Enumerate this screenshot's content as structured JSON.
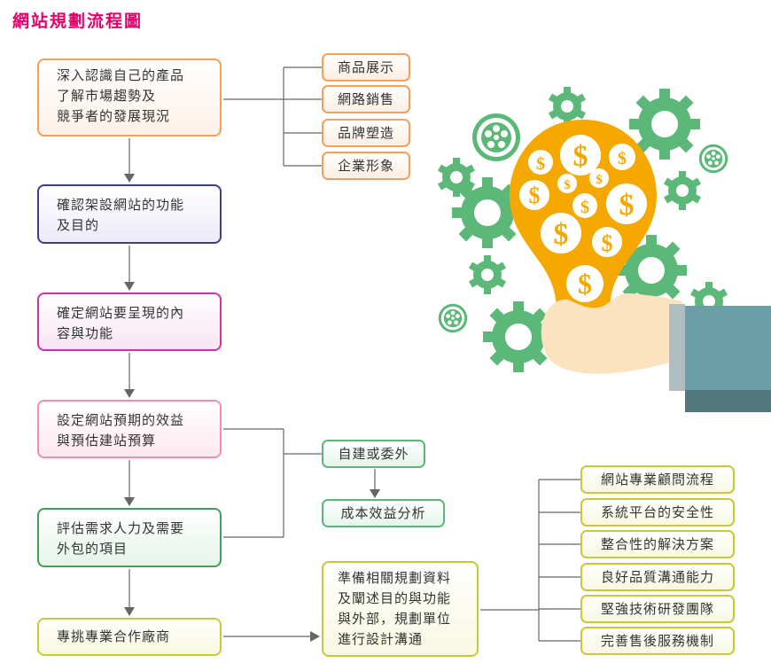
{
  "title": "網站規劃流程圖",
  "steps": [
    {
      "lines": [
        "深入認識自己的產品",
        "了解市場趨勢及",
        "競爭者的發展現況"
      ]
    },
    {
      "lines": [
        "確認架設網站的功能",
        "及目的"
      ]
    },
    {
      "lines": [
        "確定網站要呈現的內",
        "容與功能"
      ]
    },
    {
      "lines": [
        "設定網站預期的效益",
        "與預估建站預算"
      ]
    },
    {
      "lines": [
        "評估需求人力及需要",
        "外包的項目"
      ]
    },
    {
      "lines": [
        "專挑專業合作廠商"
      ]
    }
  ],
  "products": [
    "商品展示",
    "網路銷售",
    "品牌塑造",
    "企業形象"
  ],
  "budget": [
    "自建或委外",
    "成本效益分析"
  ],
  "prepare": {
    "lines": [
      "準備相關規劃資料",
      "及闡述目的與功能",
      "與外部，規劃單位",
      "進行設計溝通"
    ]
  },
  "criteria": [
    "網站專業顧問流程",
    "系統平台的安全性",
    "整合性的解決方案",
    "良好品質溝通能力",
    "堅強技術研發團隊",
    "完善售後服務機制"
  ],
  "colors": {
    "title": "#e6006b",
    "gear": "#5cb878",
    "bulb": "#f5a800",
    "coin": "#f5a800",
    "sleeve": "#6b9fa8",
    "skin": "#fce3c0"
  }
}
